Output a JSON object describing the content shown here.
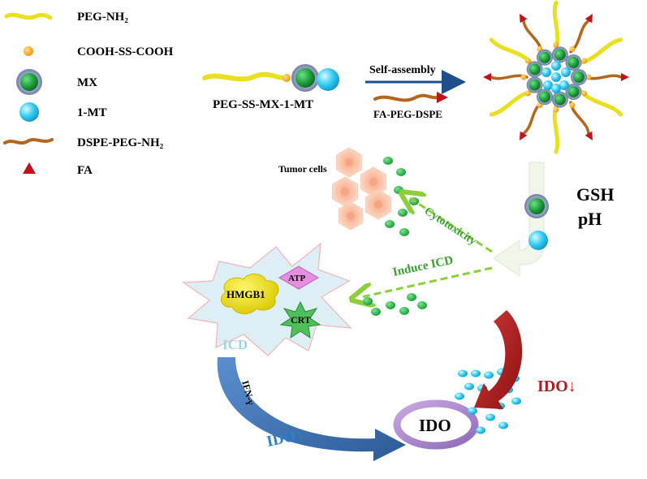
{
  "legend": {
    "peg_nh2": "PEG-NH₂",
    "cooh_ss_cooh": "COOH-SS-COOH",
    "mx": "MX",
    "mt1": "1-MT",
    "dspe_peg_nh2": "DSPE-PEG-NH₂",
    "fa": "FA"
  },
  "top": {
    "conjugate_label": "PEG-SS-MX-1-MT",
    "self_assembly_label": "Self-assembly",
    "fa_peg_dspe_label": "FA-PEG-DSPE"
  },
  "release": {
    "gsh_label": "GSH",
    "ph_label": "pH"
  },
  "middle": {
    "tumor_cells_label": "Tumor cells",
    "cytotoxicity_label": "Cytotoxicity",
    "induce_icd_label": "Induce ICD"
  },
  "icd_cell": {
    "hmgb1_label": "HMGB1",
    "atp_label": "ATP",
    "crt_label": "CRT",
    "icd_label": "ICD"
  },
  "bottom": {
    "ifn_label": "IFN-γ",
    "ido_up_label": "IDO↑",
    "ido_label": "IDO",
    "ido_down_label": "IDO↓"
  },
  "colors": {
    "peg": "#e8e020",
    "linker": "#f5a000",
    "mx": "#1e9e3a",
    "mt": "#33ccf2",
    "dspe": "#b5651d",
    "fa": "#c0141c",
    "green_arrow": "#8ccf3a",
    "blue_arrow": "#3a6fb0",
    "red_arrow": "#b01c1c"
  }
}
